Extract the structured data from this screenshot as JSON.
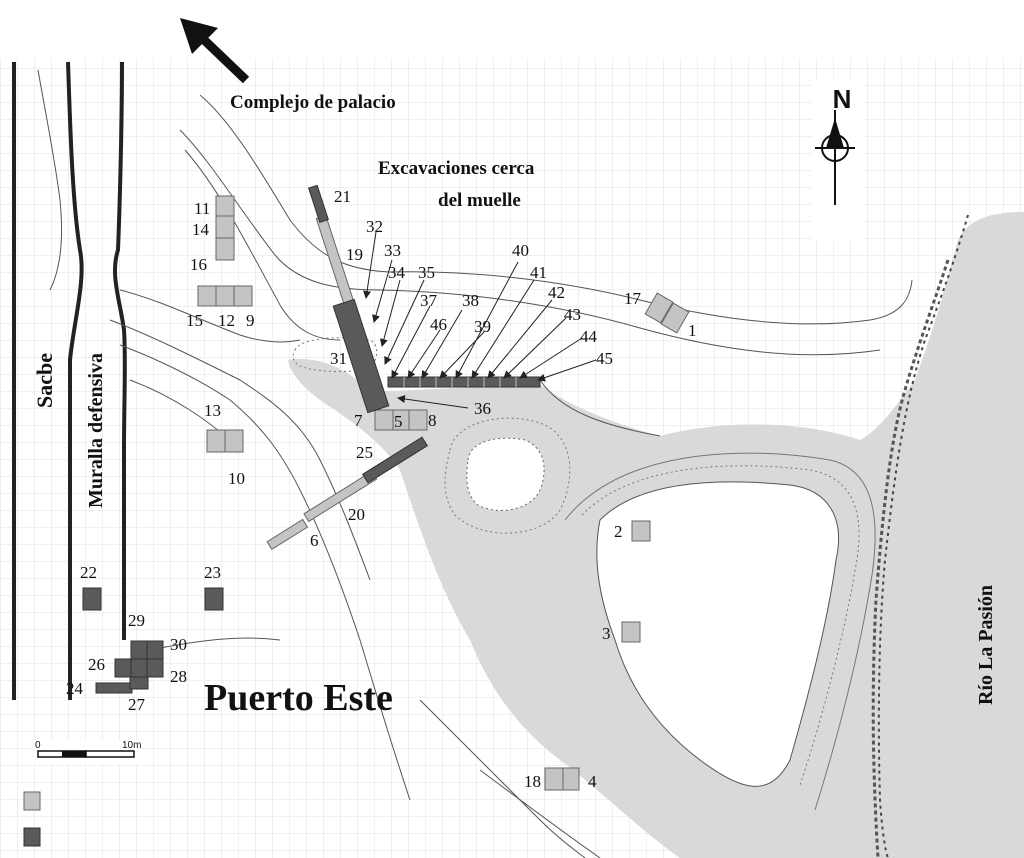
{
  "map": {
    "title": "Puerto Este",
    "labels": {
      "palace": "Complejo de palacio",
      "excavations_line1": "Excavaciones cerca",
      "excavations_line2": "del muelle",
      "sacbe": "Sacbe",
      "wall": "Muralla defensiva",
      "river": "Río La Pasión",
      "north": "N"
    },
    "scale_bar": {
      "start": "0",
      "end": "10m"
    },
    "legend": {
      "light_swatch_color": "#c4c4c4",
      "dark_swatch_color": "#5a5a5a"
    },
    "colors": {
      "water": "#d9d9d9",
      "grid": "#dde3ea",
      "contour": "#555555",
      "unit_light": "#c4c4c4",
      "unit_dark": "#5a5a5a"
    },
    "unit_labels": [
      "1",
      "2",
      "3",
      "4",
      "5",
      "6",
      "7",
      "8",
      "9",
      "10",
      "11",
      "12",
      "13",
      "14",
      "15",
      "16",
      "17",
      "18",
      "19",
      "20",
      "21",
      "22",
      "23",
      "24",
      "25",
      "26",
      "27",
      "28",
      "29",
      "30",
      "31",
      "32",
      "33",
      "34",
      "35",
      "36",
      "37",
      "38",
      "39",
      "40",
      "41",
      "42",
      "43",
      "44",
      "45",
      "46"
    ]
  }
}
